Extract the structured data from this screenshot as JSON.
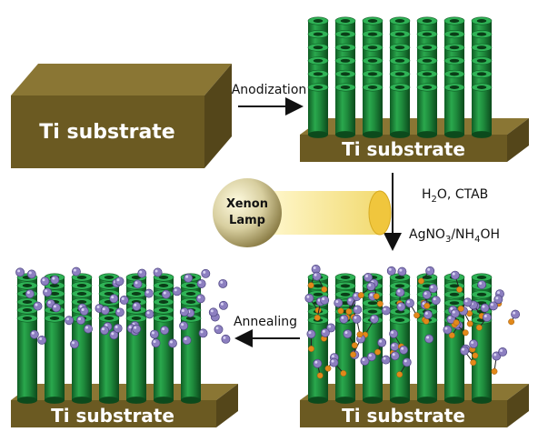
{
  "labels": {
    "substrate": "Ti substrate",
    "step1_anodization": "Anodization",
    "lamp_line1": "Xenon",
    "lamp_line2": "Lamp",
    "reagent1_h2o_base": "H",
    "reagent1_h2o_sub": "2",
    "reagent1_h2o_rest": "O, CTAB",
    "reagent2_agno3_base": "AgNO",
    "reagent2_agno3_sub": "3",
    "reagent2_nh4oh_base": "/NH",
    "reagent2_nh4oh_sub": "4",
    "reagent2_nh4oh_rest": "OH",
    "step3_annealing": "Annealing"
  },
  "colors": {
    "substrate_top": "#8a7634",
    "substrate_front": "#6b5a22",
    "substrate_side": "#54461a",
    "tube_body": "#1e8a3c",
    "tube_dark": "#0f5c24",
    "tube_top": "#2fb356",
    "particle_purple": "#8c7fc0",
    "particle_orange": "#e2891a",
    "lamp_sphere": "#d8cfa0",
    "lamp_beam": "#f3e7a0",
    "arrow": "#111111"
  }
}
